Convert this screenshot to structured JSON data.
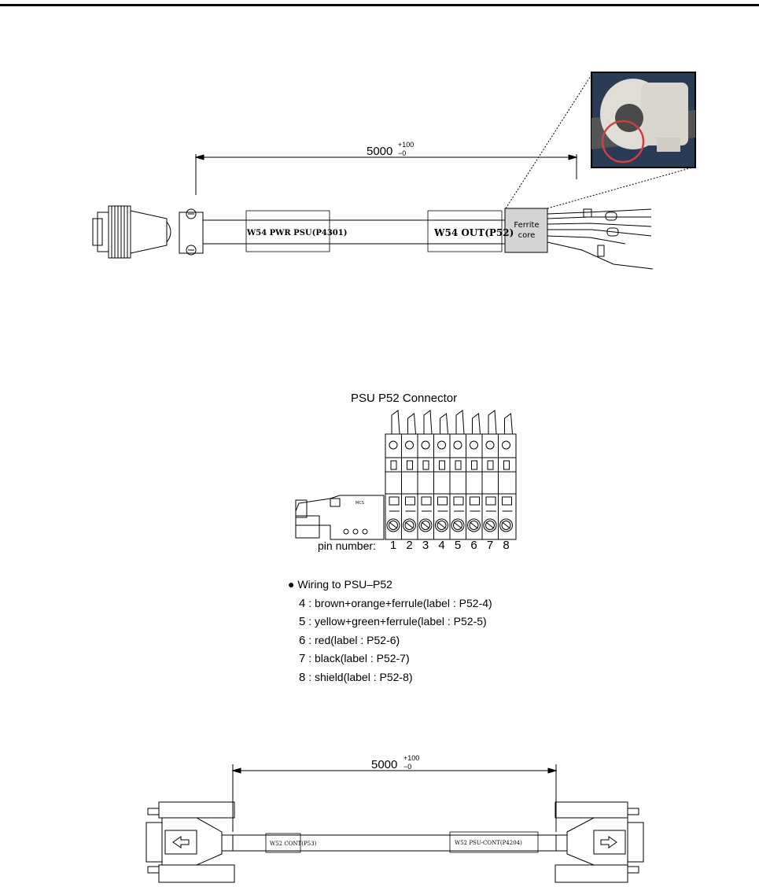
{
  "top_cable": {
    "dimension": "5000",
    "tol_upper": "+100",
    "tol_lower": "−0",
    "label_left": "W54 PWR PSU(P4301)",
    "label_right": "W54 OUT(P52)",
    "ferrite_line1": "Ferrite",
    "ferrite_line2": "core"
  },
  "connector": {
    "title": "PSU P52 Connector",
    "pin_label": "pin number:",
    "pins": [
      "1",
      "2",
      "3",
      "4",
      "5",
      "6",
      "7",
      "8"
    ],
    "brand_mark": "MCS"
  },
  "wiring": {
    "heading": "Wiring to PSU–P52",
    "items": [
      {
        "num": "4",
        "text": " : brown+orange+ferrule(label : P52-4)"
      },
      {
        "num": "5",
        "text": " : yellow+green+ferrule(label : P52-5)"
      },
      {
        "num": "6",
        "text": " : red(label : P52-6)"
      },
      {
        "num": "7",
        "text": " : black(label : P52-7)"
      },
      {
        "num": "8",
        "text": " : shield(label : P52-8)"
      }
    ]
  },
  "bottom_cable": {
    "dimension": "5000",
    "tol_upper": "+100",
    "tol_lower": "−0",
    "label_left": "W52 CONT(P53)",
    "label_right": "W52 PSU-CONT(P4204)"
  }
}
